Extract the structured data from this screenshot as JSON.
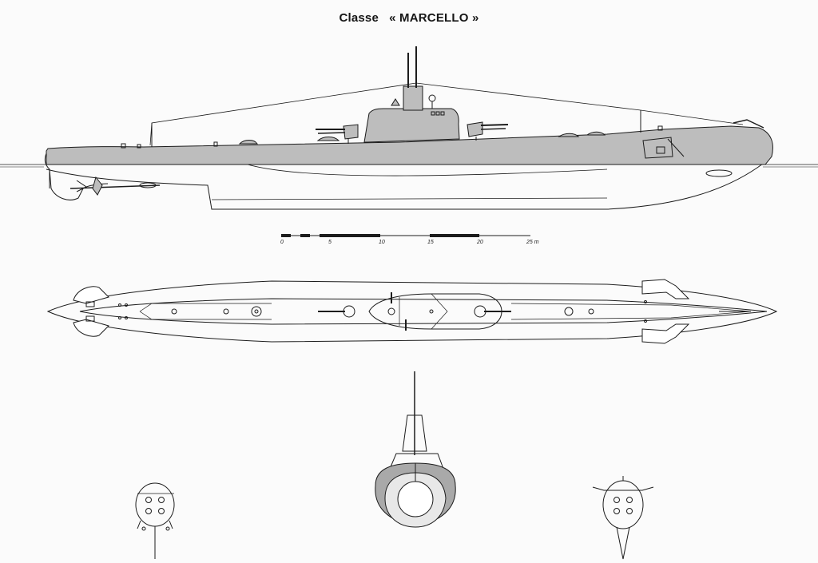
{
  "title": {
    "prefix": "Classe",
    "name": "« MARCELLO »"
  },
  "scale_bar": {
    "labels": [
      "0",
      "5",
      "10",
      "15",
      "20",
      "25 m"
    ]
  },
  "colors": {
    "ink": "#1c1c1c",
    "hull_fill": "#bdbdbd",
    "section_fill": "#a9a9a9",
    "paper": "#fbfbfb"
  }
}
